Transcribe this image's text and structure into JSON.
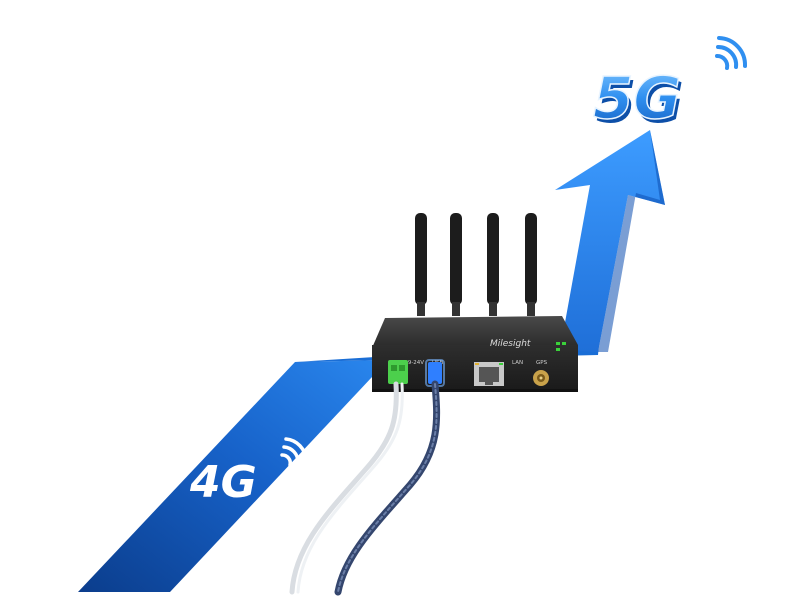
{
  "badges": {
    "five_g": "5G",
    "four_g": "4G"
  },
  "router": {
    "brand": "Milesight",
    "port_power": "DC 9-24V",
    "port_usb": "USB",
    "port_lan": "LAN",
    "port_gps": "GPS"
  },
  "colors": {
    "arrow_blue": "#1a6ed6",
    "arrow_dark": "#0c3f8f",
    "router_body": "#2b2b2b",
    "five_g_fill": "#2f8ff0"
  }
}
